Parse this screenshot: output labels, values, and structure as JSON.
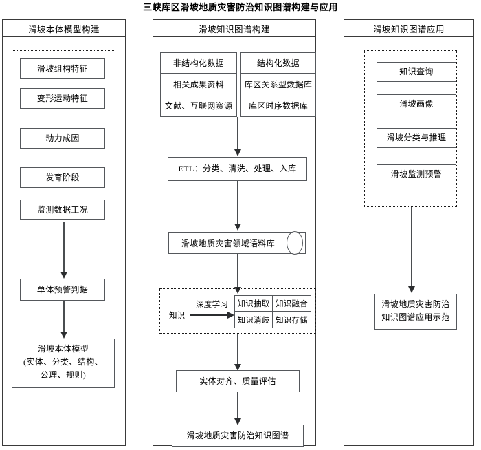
{
  "title": "三峡库区滑坡地质灾害防治知识图谱构建与应用",
  "panels": {
    "left": {
      "header": "滑坡本体模型构建",
      "feature_boxes": [
        "滑坡组构特征",
        "变形运动特征",
        "动力成因",
        "发育阶段",
        "监测数据工况"
      ],
      "criterion": "单体预警判据",
      "model": {
        "line1": "滑坡本体模型",
        "line2": "(实体、分类、结构、",
        "line3": "公理、规则)"
      }
    },
    "middle": {
      "header": "滑坡知识图谱构建",
      "sources": [
        {
          "head": "非结构化数据",
          "lines": [
            "相关成果资料",
            "文献、互联网资源"
          ]
        },
        {
          "head": "结构化数据",
          "lines": [
            "库区关系型数据库",
            "库区时序数据库"
          ]
        }
      ],
      "etl": "ETL：分类、清洗、处理、入库",
      "corpus": "滑坡地质灾害领域语料库",
      "knowledge_block": {
        "input_label": "知识",
        "arrow_label": "深度学习",
        "cells": [
          "知识抽取",
          "知识融合",
          "知识消歧",
          "知识存储"
        ]
      },
      "alignment": "实体对齐、质量评估",
      "output": "滑坡地质灾害防治知识图谱"
    },
    "right": {
      "header": "滑坡知识图谱应用",
      "app_boxes": [
        "知识查询",
        "滑坡画像",
        "滑坡分类与推理",
        "滑坡监测预警"
      ],
      "demo": {
        "line1": "滑坡地质灾害防治",
        "line2": "知识图谱应用示范"
      }
    }
  }
}
